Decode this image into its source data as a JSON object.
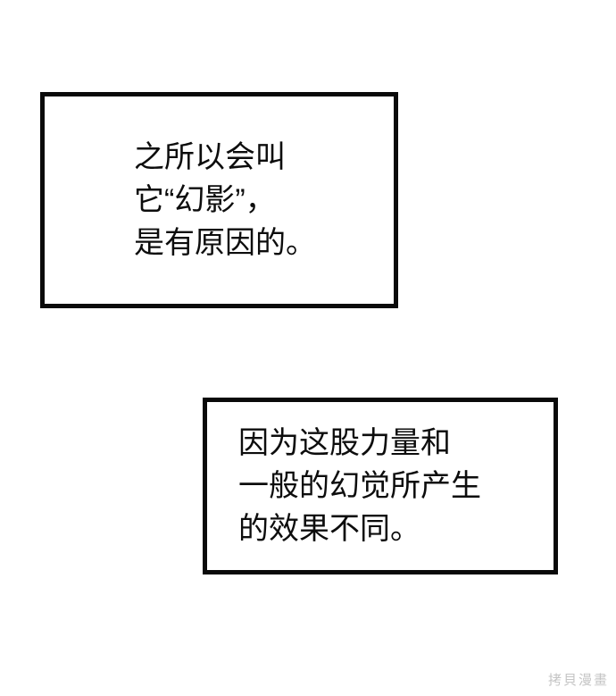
{
  "page": {
    "background_color": "#ffffff",
    "text_color": "#0d0d0d",
    "border_color": "#0a0a0a",
    "watermark": "拷貝漫畫",
    "watermark_color": "#c5c5c5"
  },
  "panels": [
    {
      "name": "top-speech-box",
      "lines": [
        "之所以会叫",
        "它“幻影”，",
        "是有原因的。"
      ]
    },
    {
      "name": "bottom-speech-box",
      "lines": [
        "因为这股力量和",
        "一般的幻觉所产生",
        "的效果不同。"
      ]
    }
  ]
}
